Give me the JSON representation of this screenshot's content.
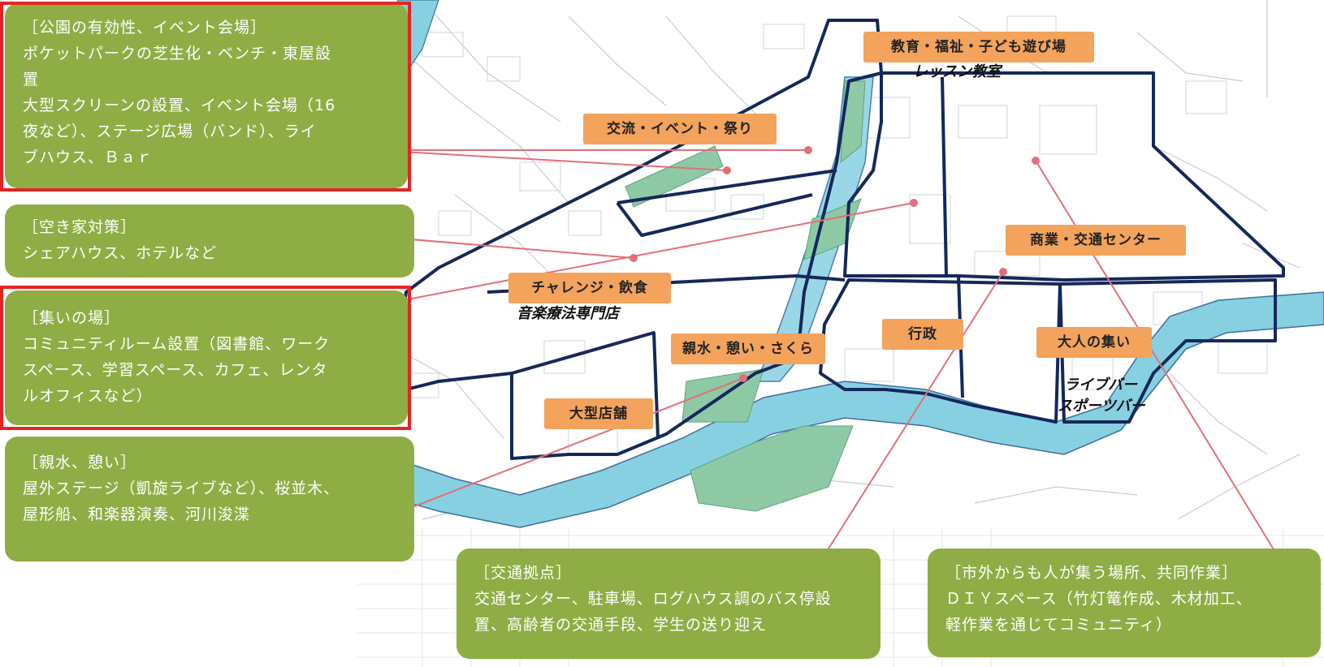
{
  "callouts": {
    "park": {
      "heading": "［公園の有効性、イベント会場］",
      "lines": [
        "ポケットパークの芝生化・ベンチ・東屋設",
        "置",
        "大型スクリーンの設置、イベント会場（16",
        "夜など）、ステージ広場（バンド）、ライ",
        "ブハウス、Ｂａｒ"
      ]
    },
    "vacant": {
      "heading": "［空き家対策］",
      "lines": [
        "シェアハウス、ホテルなど"
      ]
    },
    "gather": {
      "heading": "［集いの場］",
      "lines": [
        "コミュニティルーム設置（図書館、ワーク",
        "スペース、学習スペース、カフェ、レンタ",
        "ルオフィスなど）"
      ]
    },
    "water": {
      "heading": "［親水、憩い］",
      "lines": [
        "屋外ステージ（凱旋ライブなど）、桜並木、",
        "屋形船、和楽器演奏、河川浚渫"
      ]
    },
    "transport": {
      "heading": "［交通拠点］",
      "lines": [
        "交通センター、駐車場、ログハウス調のバス停設",
        "置、高齢者の交通手段、学生の送り迎え"
      ]
    },
    "diy": {
      "heading": "［市外からも人が集う場所、共同作業］",
      "lines": [
        "ＤＩＹスペース（竹灯篭作成、木材加工、",
        "軽作業を通じてコミュニティ）"
      ]
    }
  },
  "zones": {
    "education": "教育・福祉・子ども遊び場",
    "exchange": "交流・イベント・祭り",
    "commerce": "商業・交通センター",
    "challenge": "チャレンジ・飲食",
    "admin": "行政",
    "adults": "大人の集い",
    "waterside": "親水・憩い・さくら",
    "bigstore": "大型店舗"
  },
  "map_text": {
    "lesson": "レッスン教室",
    "music_school": "音楽療法専門店",
    "live_bar": "ライブバー",
    "sports_bar": "スポーツバー"
  },
  "colors": {
    "callout": "#8fad45",
    "tag": "#f3a35c",
    "highlight": "#e52323",
    "district_outline": "#14285a",
    "river": "#86d0e2",
    "leader": "#e0707a"
  }
}
